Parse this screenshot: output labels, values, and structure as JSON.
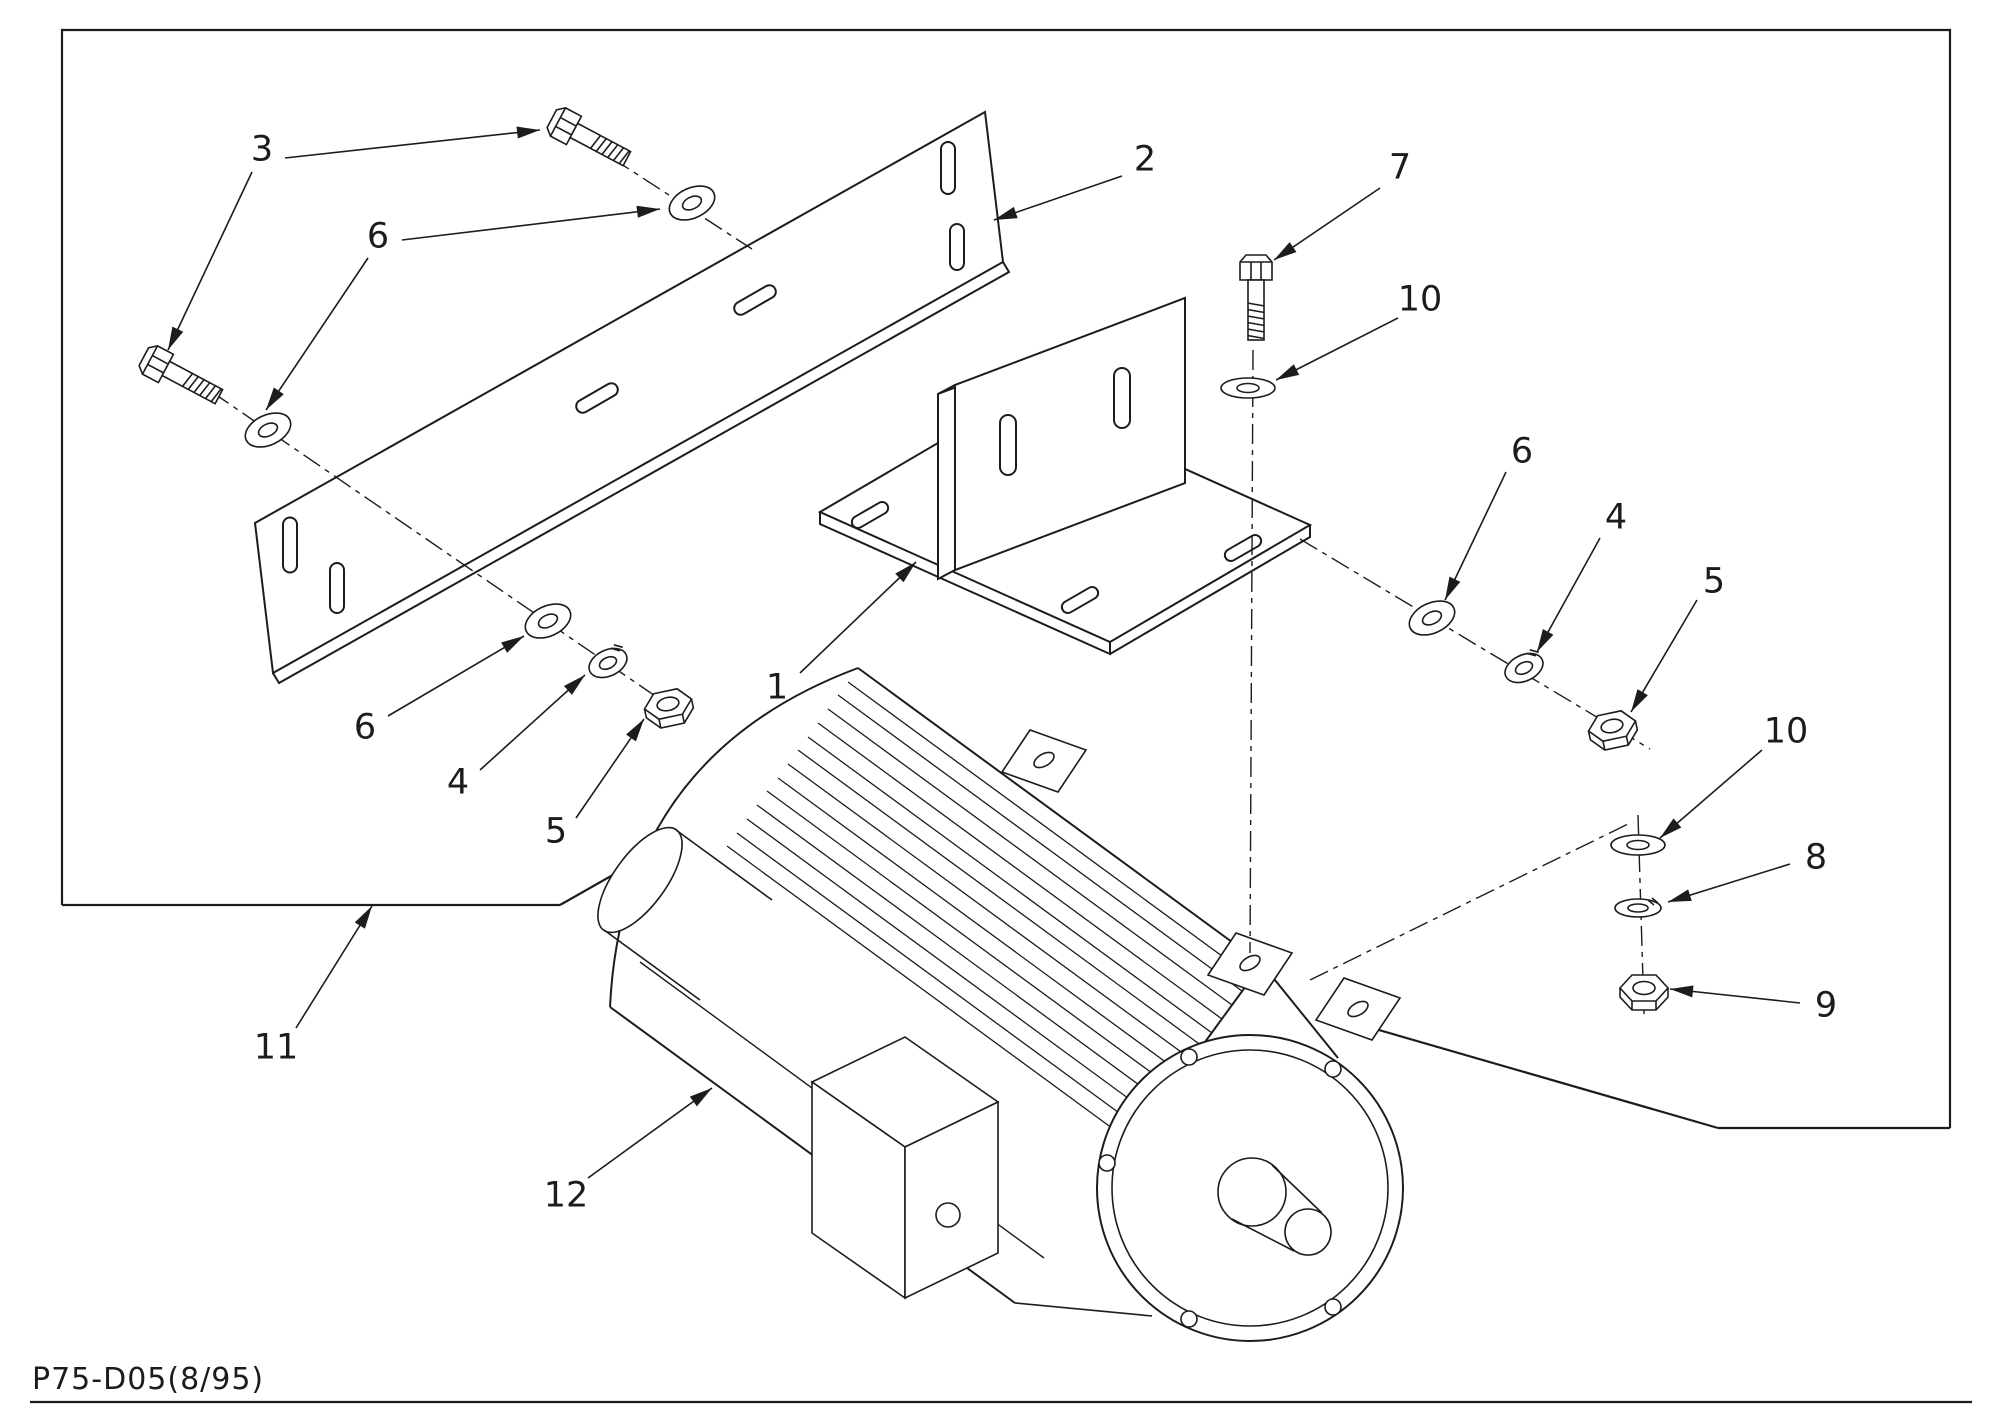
{
  "page": {
    "doc_code": "P75-D05(8/95)",
    "background": "#ffffff",
    "line_color": "#1c1c1c"
  },
  "callouts": [
    {
      "label": "3"
    },
    {
      "label": "6"
    },
    {
      "label": "2"
    },
    {
      "label": "7"
    },
    {
      "label": "10"
    },
    {
      "label": "6"
    },
    {
      "label": "4"
    },
    {
      "label": "5"
    },
    {
      "label": "1"
    },
    {
      "label": "6"
    },
    {
      "label": "4"
    },
    {
      "label": "5"
    },
    {
      "label": "10"
    },
    {
      "label": "8"
    },
    {
      "label": "9"
    },
    {
      "label": "11"
    },
    {
      "label": "12"
    }
  ]
}
